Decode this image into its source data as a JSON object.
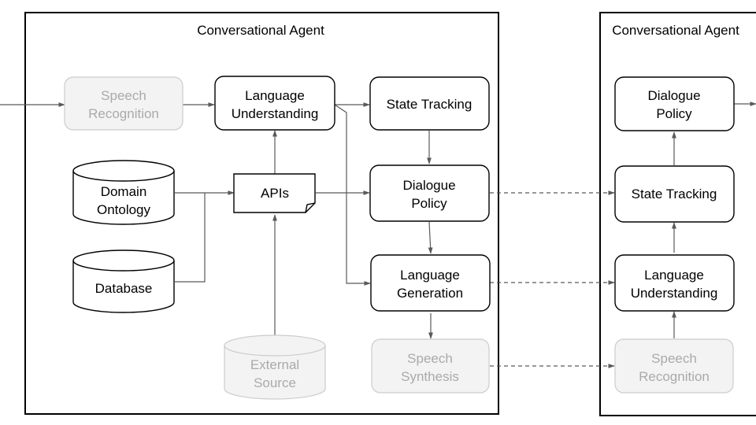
{
  "panels": {
    "left_title": "Conversational Agent",
    "right_title": "Conversational Agent"
  },
  "left": {
    "speech_recognition": [
      "Speech",
      "Recognition"
    ],
    "language_understanding": [
      "Language",
      "Understanding"
    ],
    "state_tracking": [
      "State Tracking"
    ],
    "domain_ontology": [
      "Domain",
      "Ontology"
    ],
    "apis": [
      "APIs"
    ],
    "dialogue_policy": [
      "Dialogue",
      "Policy"
    ],
    "database": [
      "Database"
    ],
    "language_generation": [
      "Language",
      "Generation"
    ],
    "external_source": [
      "External",
      "Source"
    ],
    "speech_synthesis": [
      "Speech",
      "Synthesis"
    ]
  },
  "right": {
    "dialogue_policy": [
      "Dialogue",
      "Policy"
    ],
    "state_tracking": [
      "State Tracking"
    ],
    "language_understanding": [
      "Language",
      "Understanding"
    ],
    "speech_recognition": [
      "Speech",
      "Recognition"
    ]
  },
  "colors": {
    "stroke": "#000000",
    "edge": "#595959",
    "faded_fill": "#f3f3f3",
    "faded_stroke": "#cccccc",
    "faded_text": "#aaaaaa"
  }
}
